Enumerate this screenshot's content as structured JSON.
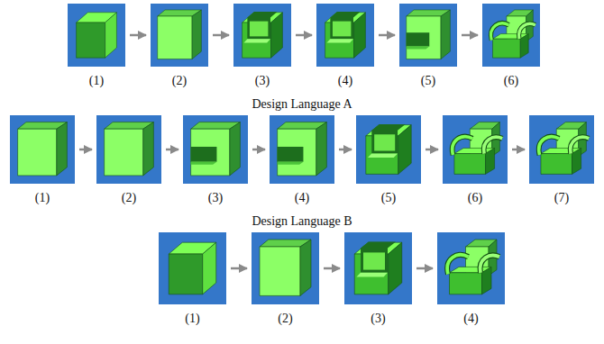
{
  "diagram": {
    "nodes": [
      {
        "text": [
          "(1)"
        ]
      },
      {
        "text": [
          "(2)"
        ]
      },
      {
        "text": [
          "(3)"
        ]
      },
      {
        "text": [
          "(4)"
        ]
      },
      {
        "text": [
          "(5)"
        ]
      },
      {
        "text": [
          "(6)"
        ]
      },
      {
        "text": [
          "(1)"
        ]
      },
      {
        "text": [
          "(2)"
        ]
      },
      {
        "text": [
          "(3)"
        ]
      },
      {
        "text": [
          "(4)"
        ]
      },
      {
        "text": [
          "(5)"
        ]
      },
      {
        "text": [
          "(6)"
        ]
      },
      {
        "text": [
          "(7)"
        ]
      },
      {
        "text": [
          "(1)"
        ]
      },
      {
        "text": [
          "(2)"
        ]
      },
      {
        "text": [
          "(3)"
        ]
      },
      {
        "text": [
          "(4)"
        ]
      }
    ],
    "edges": [
      {
        "from": 0,
        "to": 1,
        "arrow": "to"
      },
      {
        "from": 1,
        "to": 2,
        "arrow": "to"
      },
      {
        "from": 2,
        "to": 3,
        "arrow": "to"
      },
      {
        "from": 3,
        "to": 4,
        "arrow": "to"
      },
      {
        "from": 4,
        "to": 5,
        "arrow": "to"
      },
      {
        "from": 6,
        "to": 7,
        "arrow": "to"
      },
      {
        "from": 7,
        "to": 8,
        "arrow": "to"
      },
      {
        "from": 8,
        "to": 9,
        "arrow": "to"
      },
      {
        "from": 9,
        "to": 10,
        "arrow": "to"
      },
      {
        "from": 10,
        "to": 11,
        "arrow": "to"
      },
      {
        "from": 11,
        "to": 12,
        "arrow": "to"
      },
      {
        "from": 13,
        "to": 14,
        "arrow": "to"
      },
      {
        "from": 14,
        "to": 15,
        "arrow": "to"
      },
      {
        "from": 15,
        "to": 16,
        "arrow": "to"
      }
    ],
    "labels": [
      "Design Language A",
      "Design Language B"
    ]
  }
}
